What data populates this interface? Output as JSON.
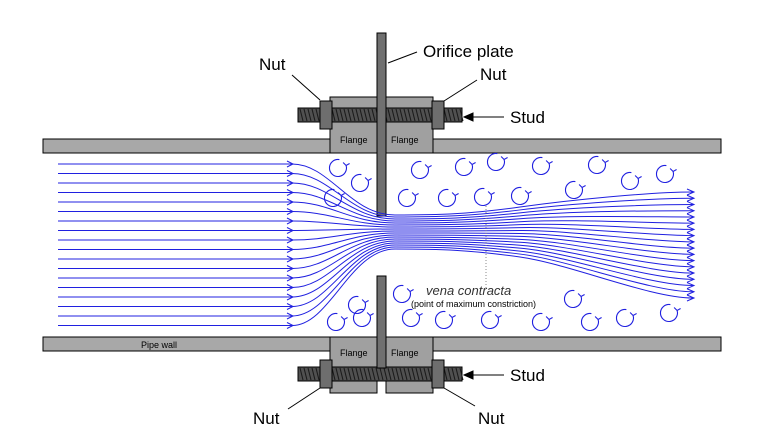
{
  "diagram": {
    "labels": {
      "orifice_plate": "Orifice plate",
      "nut_top_left": "Nut",
      "nut_top_right": "Nut",
      "nut_bottom_left": "Nut",
      "nut_bottom_right": "Nut",
      "stud_top": "Stud",
      "stud_bottom": "Stud",
      "flange_top_left": "Flange",
      "flange_top_right": "Flange",
      "flange_bottom_left": "Flange",
      "flange_bottom_right": "Flange",
      "pipe_wall": "Pipe wall",
      "vena_contracta": "vena contracta",
      "vena_contracta_note": "(point of maximum constriction)"
    },
    "colors": {
      "pipe_fill": "#a8a8a8",
      "flange_fill": "#a0a0a0",
      "plate_fill": "#707070",
      "stud_fill": "#505050",
      "nut_fill": "#6e6e6e",
      "flow_line": "#2020e0",
      "eddy": "#2020e0"
    }
  }
}
